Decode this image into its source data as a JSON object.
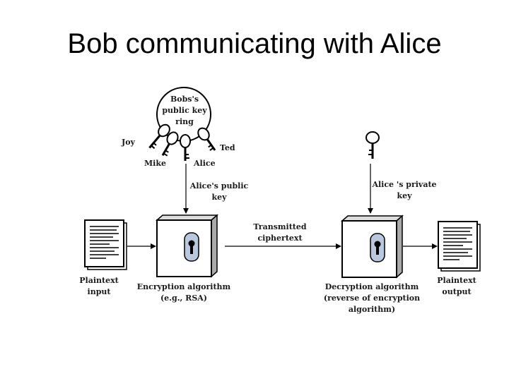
{
  "title": "Bob communicating with Alice",
  "key_ring": {
    "label": "Bobs's\npublic key\nring",
    "keys": [
      "Joy",
      "Mike",
      "Alice",
      "Ted"
    ]
  },
  "labels": {
    "alice_public_key": "Alice's public\nkey",
    "alice_private_key": "Alice 's private\nkey",
    "transmitted": "Transmitted\nciphertext",
    "plaintext_input": "Plaintext\ninput",
    "plaintext_output": "Plaintext\noutput",
    "encryption": "Encryption algorithm\n(e.g., RSA)",
    "decryption": "Decryption algorithm\n(reverse of encryption\nalgorithm)"
  },
  "icons": {
    "document": "document-icon",
    "key": "key-icon",
    "lock": "keyhole-icon"
  }
}
